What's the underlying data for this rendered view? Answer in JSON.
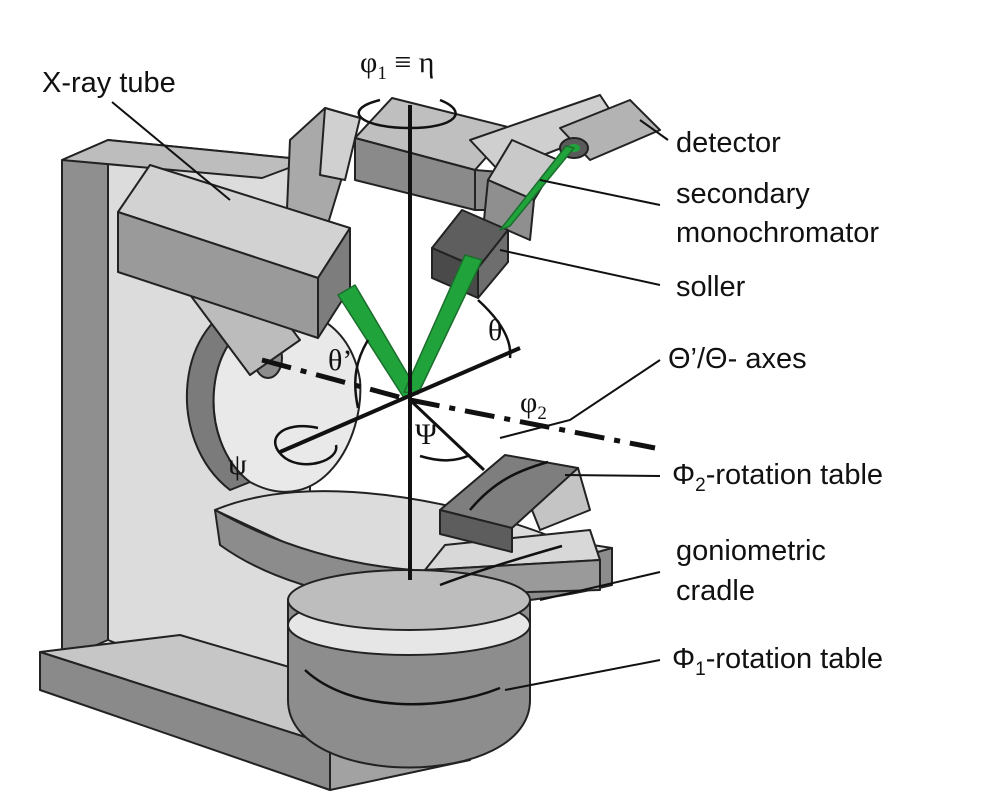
{
  "labels": {
    "xray_tube": "X-ray tube",
    "detector": "detector",
    "secondary_line1": "secondary",
    "secondary_line2": "monochromator",
    "soller": "soller",
    "axes": "Θ’/Θ- axes",
    "phi2_table_sym": "Φ",
    "phi2_table_sub": "2",
    "phi2_table_rest": "-rotation table",
    "gonio_line1": "goniometric",
    "gonio_line2": "cradle",
    "phi1_table_sym": "Φ",
    "phi1_table_sub": "1",
    "phi1_table_rest": "-rotation table"
  },
  "symbols": {
    "top_phi": "φ",
    "top_sub": "1",
    "top_rest": " ≡ η",
    "theta": "θ",
    "theta_prime": "θ’",
    "phi2": "φ",
    "phi2_sub": "2",
    "psi_left": "ψ",
    "psi_center": "Ψ"
  },
  "colors": {
    "beam": "#1fa33a",
    "dark_gray": "#7d7d7d",
    "mid_gray": "#a8a8a8",
    "light_gray": "#d4d4d4",
    "outline": "#222222"
  }
}
